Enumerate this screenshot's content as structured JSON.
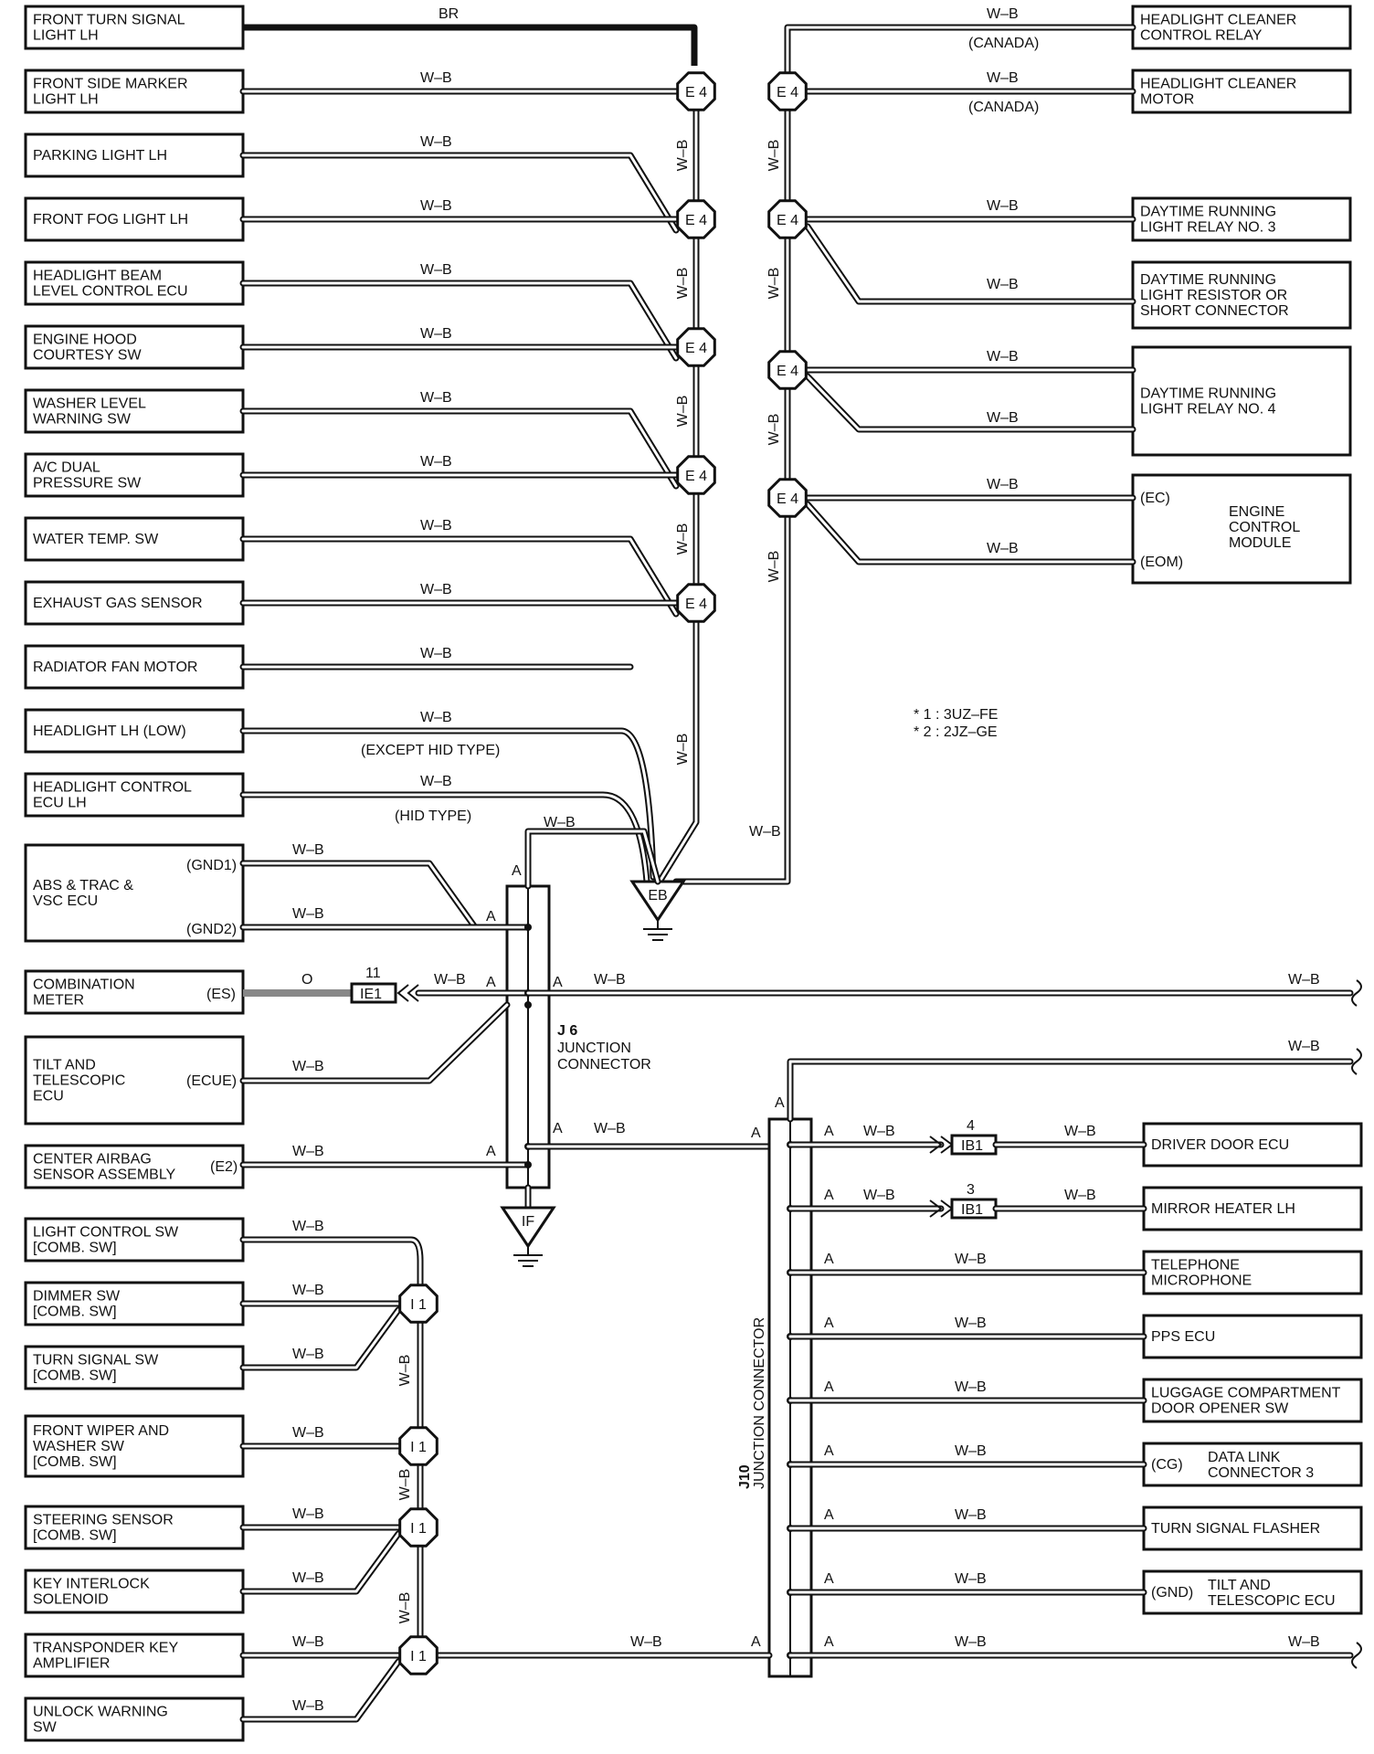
{
  "left_components": [
    {
      "lines": [
        "FRONT TURN SIGNAL",
        "LIGHT LH"
      ],
      "wire": "BR"
    },
    {
      "lines": [
        "FRONT SIDE MARKER",
        "LIGHT LH"
      ],
      "wire": "W–B"
    },
    {
      "lines": [
        "PARKING LIGHT LH"
      ],
      "wire": "W–B"
    },
    {
      "lines": [
        "FRONT FOG LIGHT LH"
      ],
      "wire": "W–B"
    },
    {
      "lines": [
        "HEADLIGHT BEAM",
        "LEVEL CONTROL ECU"
      ],
      "wire": "W–B"
    },
    {
      "lines": [
        "ENGINE HOOD",
        "COURTESY SW"
      ],
      "wire": "W–B"
    },
    {
      "lines": [
        "WASHER LEVEL",
        "WARNING SW"
      ],
      "wire": "W–B"
    },
    {
      "lines": [
        "A/C DUAL",
        "PRESSURE SW"
      ],
      "wire": "W–B"
    },
    {
      "lines": [
        "WATER TEMP.  SW"
      ],
      "wire": "W–B"
    },
    {
      "lines": [
        "EXHAUST GAS SENSOR"
      ],
      "wire": "W–B"
    },
    {
      "lines": [
        "RADIATOR FAN MOTOR"
      ],
      "wire": "W–B"
    },
    {
      "lines": [
        "HEADLIGHT LH (LOW)"
      ],
      "wire": "W–B",
      "note": "(EXCEPT HID TYPE)"
    },
    {
      "lines": [
        "HEADLIGHT CONTROL",
        "ECU LH"
      ],
      "wire": "W–B",
      "note": "(HID TYPE)"
    }
  ],
  "right_components": [
    {
      "lines": [
        "HEADLIGHT CLEANER",
        "CONTROL RELAY"
      ],
      "wire": "W–B",
      "note": "(CANADA)"
    },
    {
      "lines": [
        "HEADLIGHT CLEANER",
        "MOTOR"
      ],
      "wire": "W–B",
      "note": "(CANADA)"
    },
    {
      "lines": [
        "DAYTIME RUNNING",
        "LIGHT RELAY NO. 3"
      ],
      "wire": "W–B"
    },
    {
      "lines": [
        "DAYTIME RUNNING",
        "LIGHT RESISTOR OR",
        "SHORT CONNECTOR"
      ],
      "wire": "W–B"
    },
    {
      "lines": [
        "DAYTIME RUNNING",
        "LIGHT RELAY NO. 4"
      ],
      "wire": "W–B"
    },
    {
      "lines": [
        "ENGINE",
        "CONTROL",
        "MODULE"
      ],
      "pins": [
        "(EC)",
        "(EOM)"
      ],
      "wire": "W–B"
    }
  ],
  "connectors": {
    "e4": "E 4",
    "i1": "I 1",
    "ie1": "IE1",
    "ib1": "IB1",
    "ie1_pin": "11",
    "ib1_pins": [
      "4",
      "3"
    ]
  },
  "grounds": {
    "eb": "EB",
    "if": "IF"
  },
  "wire_codes": {
    "wb": "W–B",
    "o": "O",
    "a": "A"
  },
  "notes": [
    "* 1 : 3UZ–FE",
    "* 2 : 2JZ–GE"
  ],
  "j6": {
    "code": "J 6",
    "lines": [
      "JUNCTION",
      "CONNECTOR"
    ]
  },
  "j10": {
    "code": "J10",
    "label": "JUNCTION CONNECTOR"
  },
  "j6_components": [
    {
      "lines": [
        "ABS & TRAC &",
        "VSC ECU"
      ],
      "pins": [
        "(GND1)",
        "(GND2)"
      ]
    },
    {
      "lines": [
        "COMBINATION",
        "METER"
      ],
      "pins": [
        "(ES)"
      ]
    },
    {
      "lines": [
        "TILT AND",
        "TELESCOPIC",
        "ECU"
      ],
      "pins": [
        "(ECUE)"
      ]
    },
    {
      "lines": [
        "CENTER AIRBAG",
        "SENSOR ASSEMBLY"
      ],
      "pins": [
        "(E2)"
      ]
    }
  ],
  "comb_components": [
    {
      "lines": [
        "LIGHT CONTROL SW",
        "[COMB.  SW]"
      ]
    },
    {
      "lines": [
        "DIMMER SW",
        "[COMB.  SW]"
      ]
    },
    {
      "lines": [
        "TURN SIGNAL SW",
        "[COMB.  SW]"
      ]
    },
    {
      "lines": [
        "FRONT WIPER AND",
        "WASHER SW",
        "[COMB.  SW]"
      ]
    },
    {
      "lines": [
        "STEERING SENSOR",
        "[COMB.  SW]"
      ]
    },
    {
      "lines": [
        "KEY INTERLOCK",
        "SOLENOID"
      ]
    },
    {
      "lines": [
        "TRANSPONDER KEY",
        "AMPLIFIER"
      ]
    },
    {
      "lines": [
        "UNLOCK WARNING",
        "SW"
      ]
    }
  ],
  "j10_components": [
    {
      "lines": [
        "DRIVER DOOR ECU"
      ]
    },
    {
      "lines": [
        "MIRROR HEATER LH"
      ]
    },
    {
      "lines": [
        "TELEPHONE",
        "MICROPHONE"
      ]
    },
    {
      "lines": [
        "PPS ECU"
      ]
    },
    {
      "lines": [
        "LUGGAGE COMPARTMENT",
        "DOOR OPENER SW"
      ]
    },
    {
      "lines": [
        "DATA LINK",
        "CONNECTOR 3"
      ],
      "pins": [
        "(CG)"
      ]
    },
    {
      "lines": [
        "TURN SIGNAL FLASHER"
      ]
    },
    {
      "lines": [
        "TILT AND",
        "TELESCOPIC ECU"
      ],
      "pins": [
        "(GND)"
      ]
    }
  ]
}
